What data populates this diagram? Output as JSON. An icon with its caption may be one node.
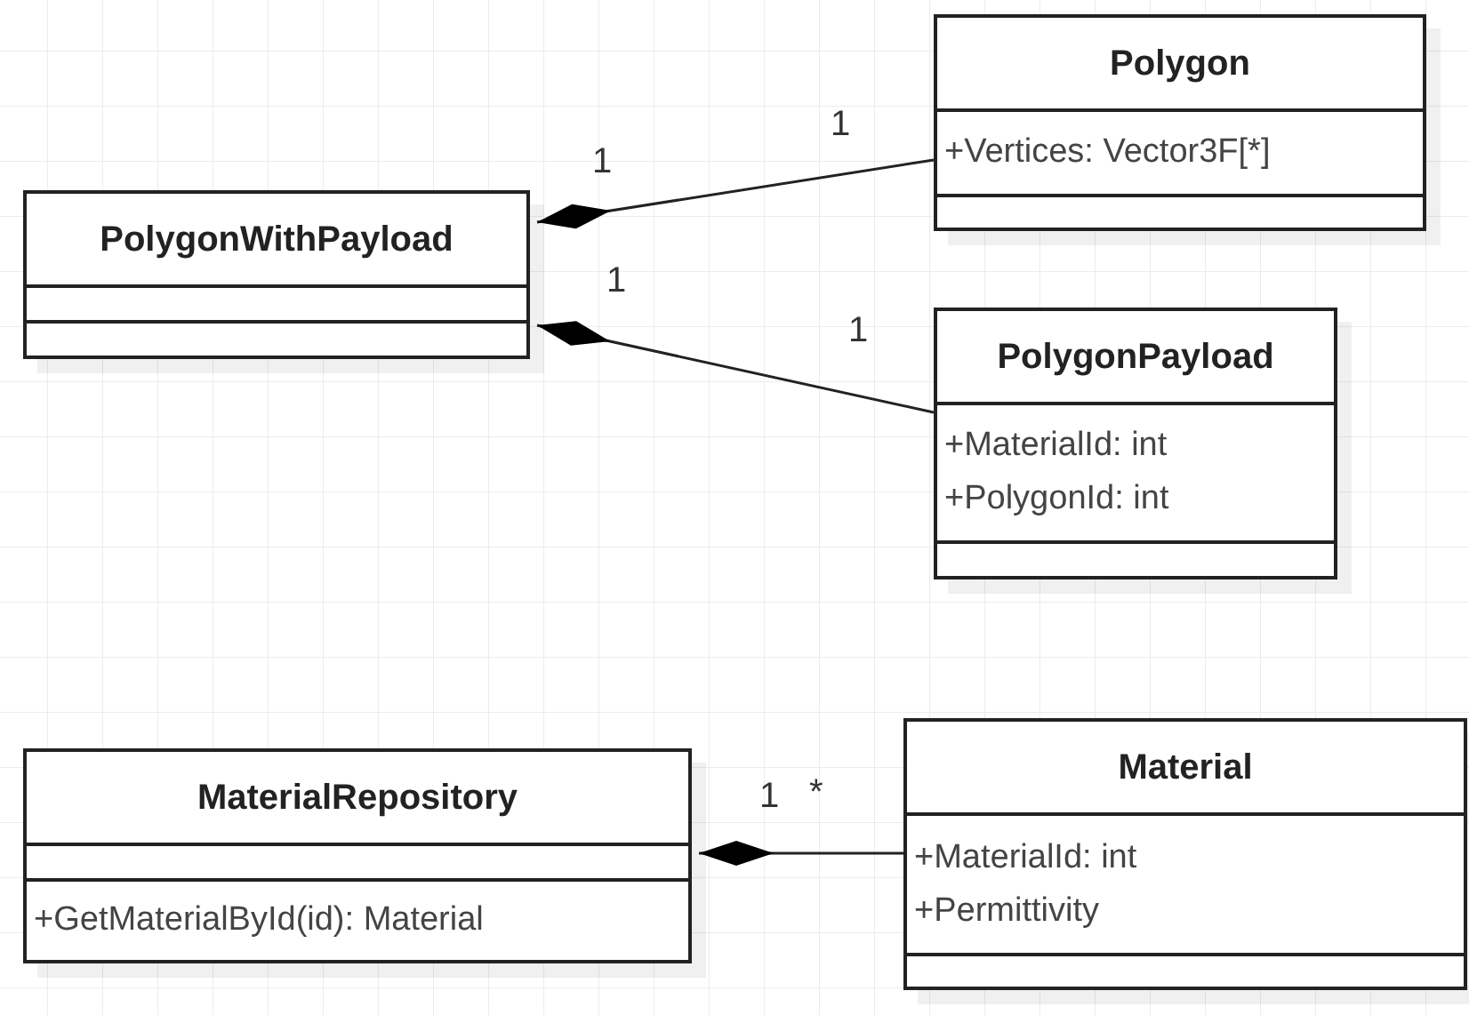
{
  "diagram": {
    "nodes": [
      {
        "text": [
          "Polygon",
          "+Vertices: Vector3F[*]"
        ]
      },
      {
        "text": [
          "PolygonWithPayload"
        ]
      },
      {
        "text": [
          "PolygonPayload",
          "+MaterialId: int",
          "+PolygonId: int"
        ]
      },
      {
        "text": [
          "MaterialRepository",
          "+GetMaterialById(id): Material"
        ]
      },
      {
        "text": [
          "Material",
          "+MaterialId: int",
          "+Permittivity"
        ]
      }
    ],
    "edges": [
      {
        "from": 1,
        "to": 0,
        "arrow": "other"
      },
      {
        "from": 1,
        "to": 2,
        "arrow": "other"
      },
      {
        "from": 3,
        "to": 4,
        "arrow": "other"
      }
    ],
    "labels": [
      "1",
      "1",
      "1",
      "1",
      "1",
      "*"
    ]
  }
}
